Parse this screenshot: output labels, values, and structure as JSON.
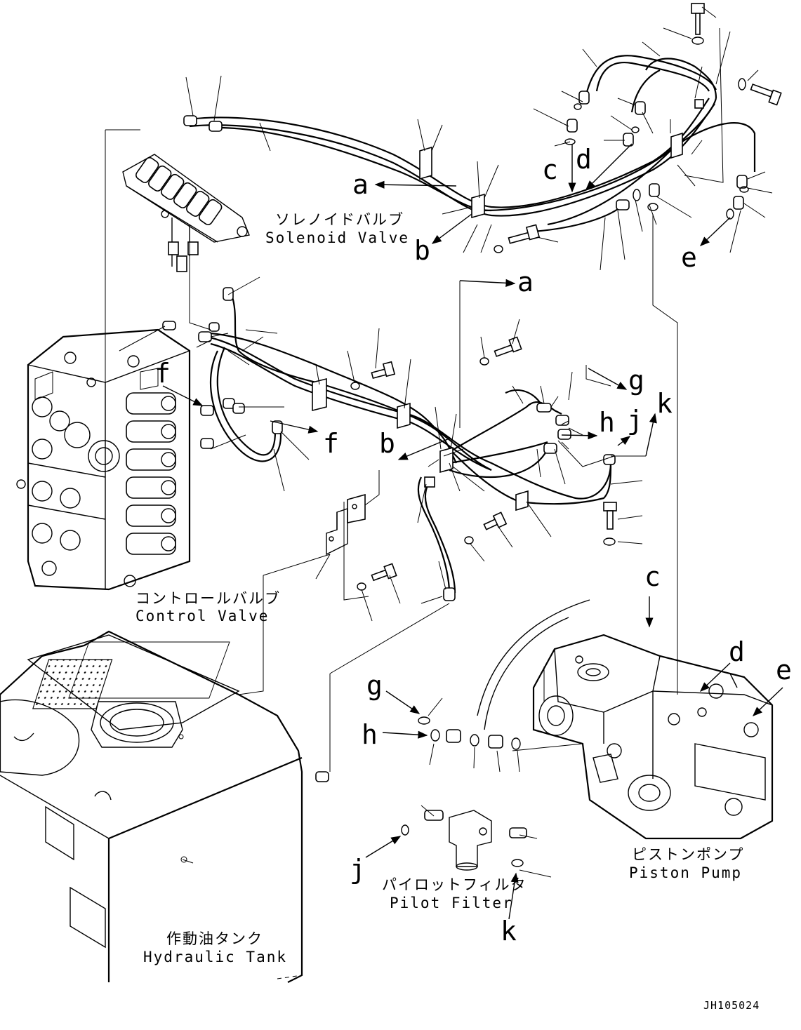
{
  "labels": {
    "solenoid_jp": "ソレノイドバルブ",
    "solenoid_en": "Solenoid Valve",
    "control_jp": "コントロールバルブ",
    "control_en": "Control Valve",
    "tank_jp": "作動油タンク",
    "tank_en": "Hydraulic Tank",
    "pilot_jp": "パイロットフィルタ",
    "pilot_en": "Pilot Filter",
    "pump_jp": "ピストンポンプ",
    "pump_en": "Piston Pump"
  },
  "refs": {
    "a1": "a",
    "b1": "b",
    "c1": "c",
    "d1": "d",
    "e1": "e",
    "a2": "a",
    "b2": "b",
    "f1": "f",
    "f2": "f",
    "g1": "g",
    "h1": "h",
    "j1": "j",
    "k1": "k",
    "c2": "c",
    "d2": "d",
    "e2": "e",
    "g2": "g",
    "h2": "h",
    "j2": "j",
    "k2": "k"
  },
  "drawing_code": "JH105024"
}
